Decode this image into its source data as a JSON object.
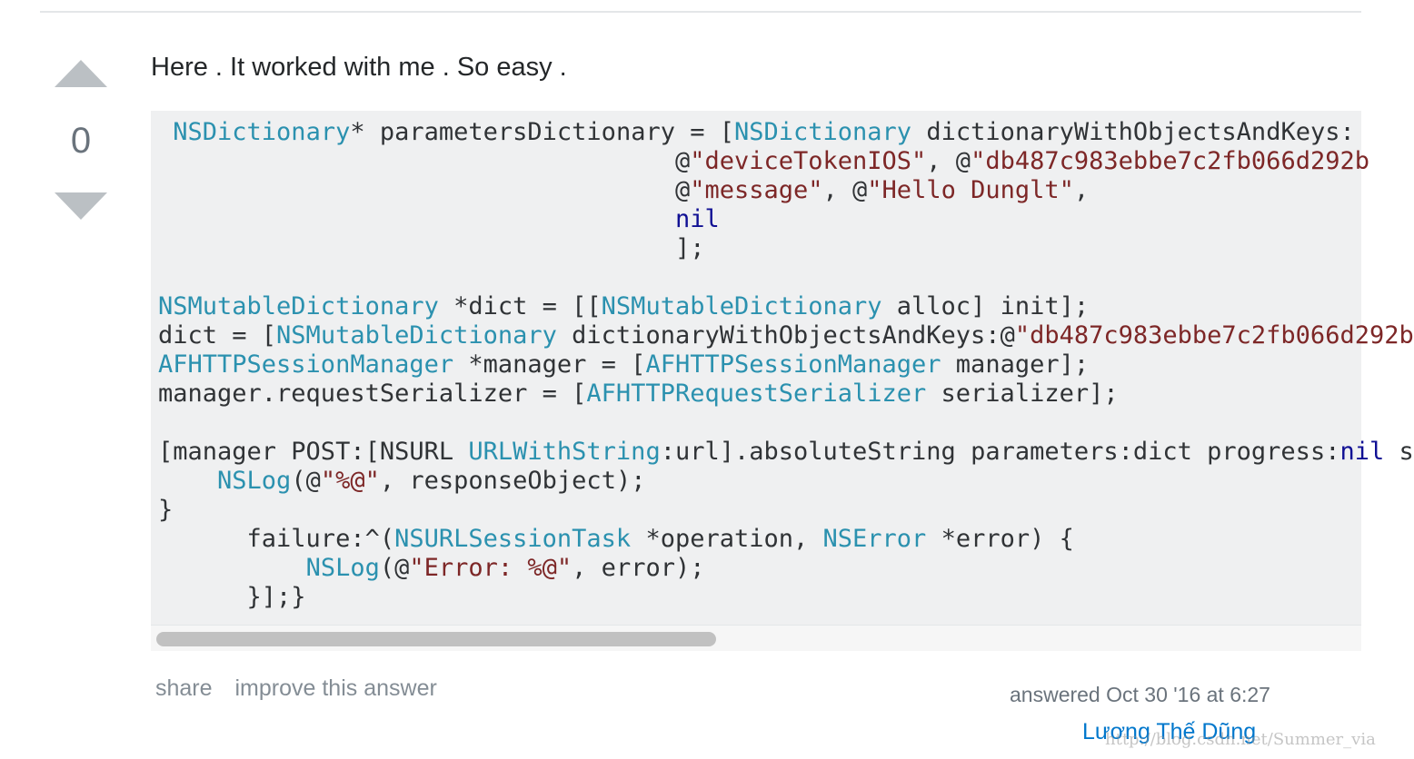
{
  "answer": {
    "vote_count": "0",
    "intro_text": "Here . It worked with me . So easy .",
    "code_lines": [
      [
        [
          "",
          " "
        ],
        [
          "ty",
          "NSDictionary"
        ],
        [
          "",
          "* parametersDictionary = ["
        ],
        [
          "ty",
          "NSDictionary"
        ],
        [
          "",
          " dictionaryWithObjectsAndKeys:"
        ]
      ],
      [
        [
          "",
          "                                   @"
        ],
        [
          "st",
          "\"deviceTokenIOS\""
        ],
        [
          "",
          ", @"
        ],
        [
          "st",
          "\"db487c983ebbe7c2fb066d292b"
        ]
      ],
      [
        [
          "",
          "                                   @"
        ],
        [
          "st",
          "\"message\""
        ],
        [
          "",
          ", @"
        ],
        [
          "st",
          "\"Hello Dunglt\""
        ],
        [
          "",
          ","
        ]
      ],
      [
        [
          "",
          "                                   "
        ],
        [
          "kw",
          "nil"
        ]
      ],
      [
        [
          "",
          "                                   ];"
        ]
      ],
      [
        [
          "",
          ""
        ]
      ],
      [
        [
          "ty",
          "NSMutableDictionary"
        ],
        [
          "",
          " *dict = [["
        ],
        [
          "ty",
          "NSMutableDictionary"
        ],
        [
          "",
          " alloc] init];"
        ]
      ],
      [
        [
          "",
          "dict = ["
        ],
        [
          "ty",
          "NSMutableDictionary"
        ],
        [
          "",
          " dictionaryWithObjectsAndKeys:@"
        ],
        [
          "st",
          "\"db487c983ebbe7c2fb066d292b"
        ]
      ],
      [
        [
          "ty",
          "AFHTTPSessionManager"
        ],
        [
          "",
          " *manager = ["
        ],
        [
          "ty",
          "AFHTTPSessionManager"
        ],
        [
          "",
          " manager];"
        ]
      ],
      [
        [
          "",
          "manager.requestSerializer = ["
        ],
        [
          "ty",
          "AFHTTPRequestSerializer"
        ],
        [
          "",
          " serializer];"
        ]
      ],
      [
        [
          "",
          ""
        ]
      ],
      [
        [
          "",
          "[manager POST:[NSURL "
        ],
        [
          "ty",
          "URLWithString"
        ],
        [
          "",
          ":url].absoluteString parameters:dict progress:"
        ],
        [
          "kw",
          "nil"
        ],
        [
          "",
          " s"
        ]
      ],
      [
        [
          "",
          "    "
        ],
        [
          "ty",
          "NSLog"
        ],
        [
          "",
          "(@"
        ],
        [
          "st",
          "\"%@\""
        ],
        [
          "",
          ", responseObject);"
        ]
      ],
      [
        [
          "",
          "}"
        ]
      ],
      [
        [
          "",
          "      failure:^("
        ],
        [
          "ty",
          "NSURLSessionTask"
        ],
        [
          "",
          " *operation, "
        ],
        [
          "ty",
          "NSError"
        ],
        [
          "",
          " *error) {"
        ]
      ],
      [
        [
          "",
          "          "
        ],
        [
          "ty",
          "NSLog"
        ],
        [
          "",
          "(@"
        ],
        [
          "st",
          "\"Error: %@\""
        ],
        [
          "",
          ", error);"
        ]
      ],
      [
        [
          "",
          "      }];}"
        ]
      ]
    ],
    "menu": {
      "share_label": "share",
      "improve_label": "improve this answer"
    },
    "user_card": {
      "action_time": "answered Oct 30 '16 at 6:27",
      "user_name": "Lương Thế Dũng"
    },
    "watermark_text": "http://blog.csdn.net/Summer_via"
  },
  "colors": {
    "keyword": "#101094",
    "type": "#2b91af",
    "string": "#7d2727",
    "code_background": "#eff0f1",
    "link": "#0077cc"
  }
}
